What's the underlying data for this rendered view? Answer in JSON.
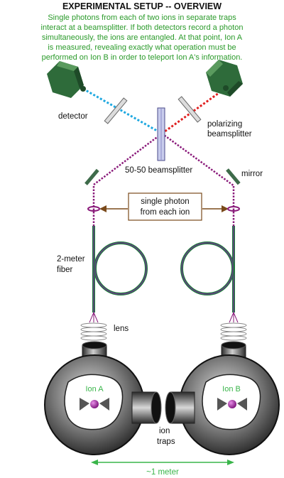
{
  "title": "EXPERIMENTAL SETUP -- OVERVIEW",
  "caption": [
    "Single photons from each of two ions in separate traps",
    "interact at a beamsplitter. If both detectors record a photon",
    "simultaneously, the ions are entangled. At that point, Ion A",
    "is measured, revealing exactly what operation must be",
    "performed on Ion B in order to teleport Ion A's information."
  ],
  "labels": {
    "detector": "detector",
    "polarizing_1": "polarizing",
    "polarizing_2": "beamsplitter",
    "beamsplitter_5050": "50-50 beamsplitter",
    "mirror": "mirror",
    "photon_1": "single photon",
    "photon_2": "from each ion",
    "fiber_1": "2-meter",
    "fiber_2": "fiber",
    "lens": "lens",
    "ion_a": "Ion A",
    "ion_b": "Ion B",
    "traps_1": "ion",
    "traps_2": "traps",
    "distance": "~1 meter"
  },
  "colors": {
    "caption_green": "#2a9a2a",
    "detector_green": "#2e6b3a",
    "beam_blue": "#1fa8e0",
    "beam_red": "#e02020",
    "beam_purple": "#8a1a7a",
    "fiber_green": "#1e7a3a",
    "fiber_purple": "#6a3a8a",
    "arrow_brown": "#7a4a1a",
    "ion_magenta": "#9b1f9b"
  }
}
